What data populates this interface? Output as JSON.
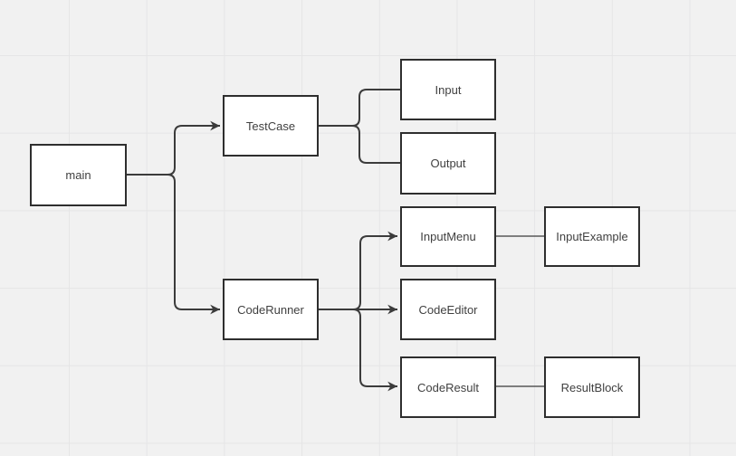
{
  "diagram": {
    "nodes": {
      "main": {
        "label": "main"
      },
      "testcase": {
        "label": "TestCase"
      },
      "input": {
        "label": "Input"
      },
      "output": {
        "label": "Output"
      },
      "inputmenu": {
        "label": "InputMenu"
      },
      "inputexample": {
        "label": "InputExample"
      },
      "codeeditor": {
        "label": "CodeEditor"
      },
      "coderesult": {
        "label": "CodeResult"
      },
      "resultblock": {
        "label": "ResultBlock"
      }
    },
    "edges": [
      {
        "from": "main",
        "to": "TestCase",
        "arrow": true
      },
      {
        "from": "main",
        "to": "CodeRunner",
        "arrow": true
      },
      {
        "from": "TestCase",
        "to": "Input",
        "arrow": false
      },
      {
        "from": "TestCase",
        "to": "Output",
        "arrow": false
      },
      {
        "from": "CodeRunner",
        "to": "InputMenu",
        "arrow": true
      },
      {
        "from": "CodeRunner",
        "to": "CodeEditor",
        "arrow": true
      },
      {
        "from": "CodeRunner",
        "to": "CodeResult",
        "arrow": true
      },
      {
        "from": "InputMenu",
        "to": "InputExample",
        "arrow": false
      },
      {
        "from": "CodeResult",
        "to": "ResultBlock",
        "arrow": false
      }
    ],
    "colors": {
      "canvas_bg": "#f1f1f1",
      "grid_line": "#e5e5e6",
      "node_fill": "#ffffff",
      "node_border": "#2e2e2e",
      "edge_stroke": "#3b3b3b",
      "label_text": "#404040"
    }
  }
}
